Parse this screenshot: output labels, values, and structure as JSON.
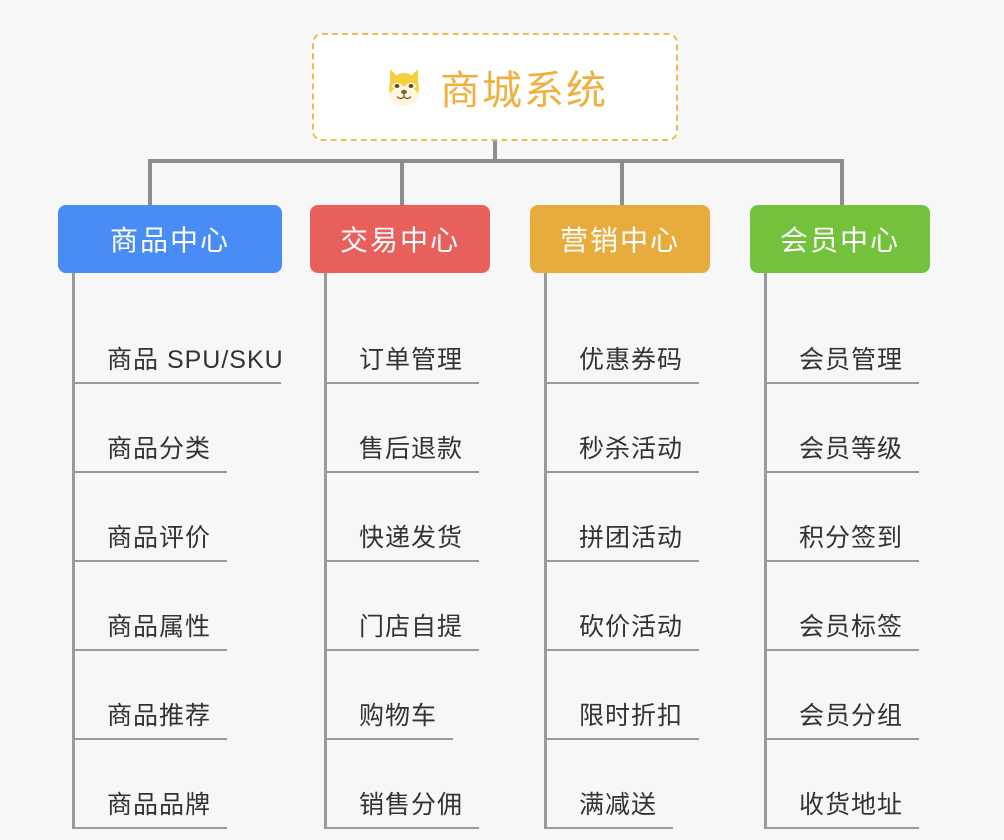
{
  "page": {
    "background_color": "#f7f7f7",
    "type": "mindmap"
  },
  "root": {
    "title": "商城系统",
    "icon": "shiba-dog-face-emoji",
    "border_color": "#f0b952",
    "text_color": "#f0b040",
    "background_color": "#ffffff"
  },
  "connector": {
    "color": "#8e8e8e"
  },
  "columns": [
    {
      "title": "商品中心",
      "color": "#4a8cf5",
      "items": [
        "商品 SPU/SKU",
        "商品分类",
        "商品评价",
        "商品属性",
        "商品推荐",
        "商品品牌"
      ]
    },
    {
      "title": "交易中心",
      "color": "#e85f5c",
      "items": [
        "订单管理",
        "售后退款",
        "快递发货",
        "门店自提",
        "购物车",
        "销售分佣"
      ]
    },
    {
      "title": "营销中心",
      "color": "#e8ac3e",
      "items": [
        "优惠券码",
        "秒杀活动",
        "拼团活动",
        "砍价活动",
        "限时折扣",
        "满减送"
      ]
    },
    {
      "title": "会员中心",
      "color": "#74c13c",
      "items": [
        "会员管理",
        "会员等级",
        "积分签到",
        "会员标签",
        "会员分组",
        "收货地址"
      ]
    }
  ]
}
